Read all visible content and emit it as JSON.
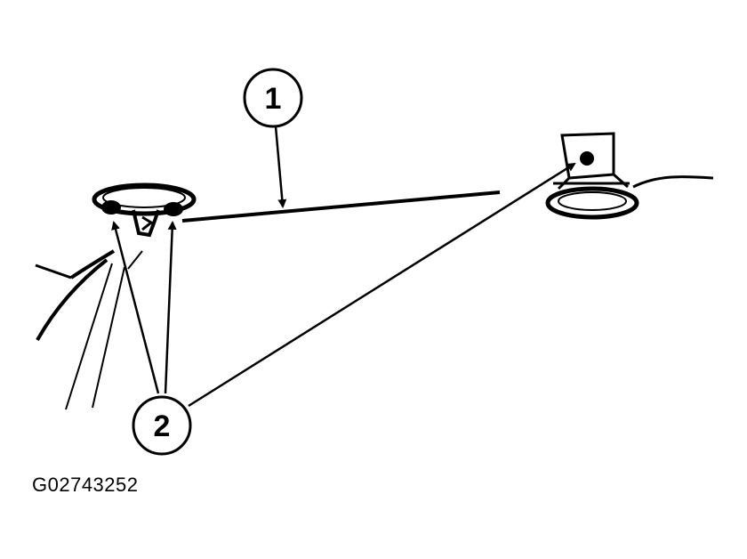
{
  "callouts": [
    {
      "id": "1",
      "label": "1"
    },
    {
      "id": "2",
      "label": "2"
    }
  ],
  "figure_id": "G02743252",
  "colors": {
    "line": "#000000",
    "background": "#ffffff"
  }
}
